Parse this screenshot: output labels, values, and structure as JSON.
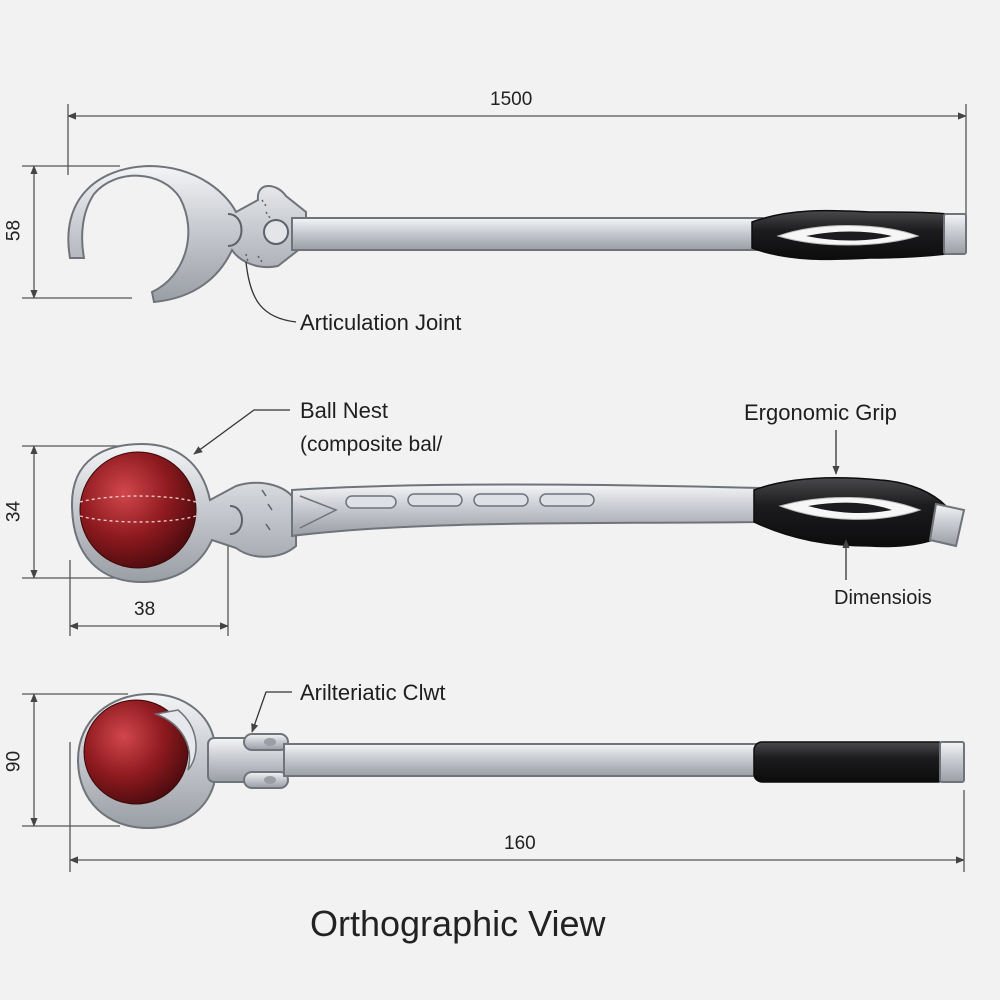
{
  "title": "Orthographic View",
  "views": {
    "top": {
      "callout": "Articulation Joint",
      "dim_length": "1500",
      "dim_height": "58"
    },
    "middle": {
      "callout_ball_line1": "Ball Nest",
      "callout_ball_line2": "(composite bal/",
      "callout_grip": "Ergonomic Grip",
      "callout_dims": "Dimensiois",
      "dim_height": "34",
      "dim_width": "38"
    },
    "bottom": {
      "callout": "Arilteriatic Clwt",
      "dim_height": "90",
      "dim_length": "160"
    }
  },
  "colors": {
    "background": "#f2f2f2",
    "metal": "#c9ccd1",
    "metal_edge": "#7d8188",
    "grip": "#1c1c1e",
    "ball": "#8e1a1f",
    "dimension_line": "#555555"
  }
}
